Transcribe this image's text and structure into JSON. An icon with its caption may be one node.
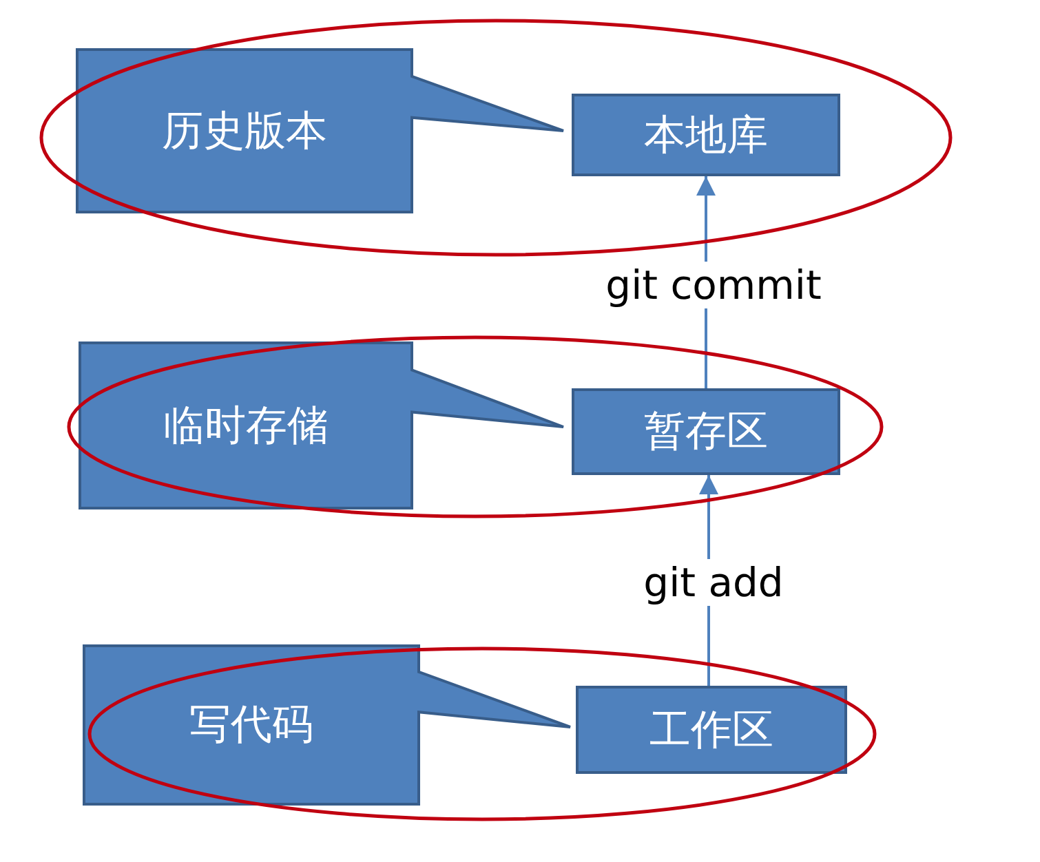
{
  "diagram": {
    "nodes": [
      {
        "text": [
          "历史版本"
        ]
      },
      {
        "text": [
          "本地库"
        ]
      },
      {
        "text": [
          "临时存储"
        ]
      },
      {
        "text": [
          "暂存区"
        ]
      },
      {
        "text": [
          "写代码"
        ]
      },
      {
        "text": [
          "工作区"
        ]
      }
    ],
    "edges": [
      {
        "from": 5,
        "to": 3,
        "arrow": "to",
        "label": "git add"
      },
      {
        "from": 3,
        "to": 1,
        "arrow": "to",
        "label": "git commit"
      }
    ]
  }
}
